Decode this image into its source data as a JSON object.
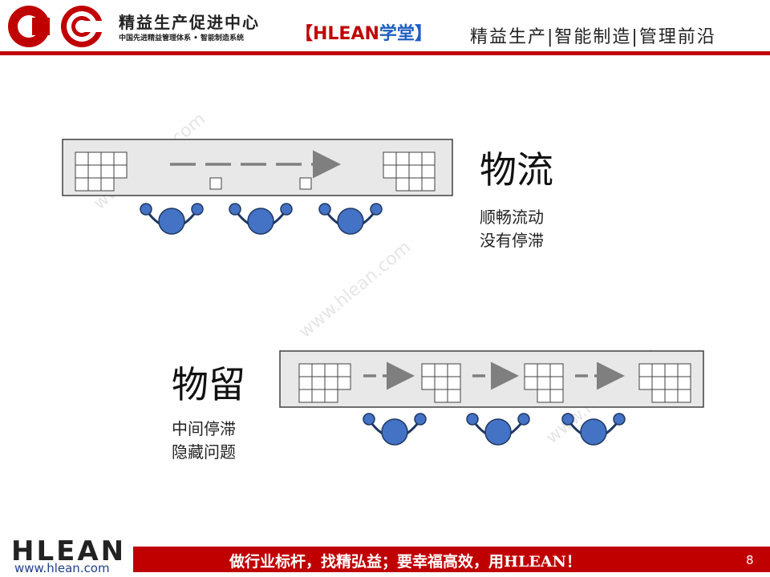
{
  "header": {
    "org_name": "精益生产促进中心",
    "org_subtitle": "中国先进精益管理体系 • 智能制造系统",
    "brand": "【HLEAN",
    "brand_suffix": "学堂】",
    "tagline": "精益生产|智能制造|管理前沿"
  },
  "top_section": {
    "title": "物流",
    "desc_line1": "顺畅流动",
    "desc_line2": "没有停滞"
  },
  "bottom_section": {
    "title": "物留",
    "desc_line1": "中间停滞",
    "desc_line2": "隐藏问题"
  },
  "watermark": "www.hlean.com",
  "footer": {
    "logo": "HLEAN",
    "url": "www.hlean.com",
    "slogan": "做行业标杆，找精弘益；要幸福高效，用HLEAN！",
    "page_number": "8"
  },
  "colors": {
    "accent_red": "#c00000",
    "worker_blue": "#4472c4",
    "box_grey": "#e8e8e8"
  }
}
